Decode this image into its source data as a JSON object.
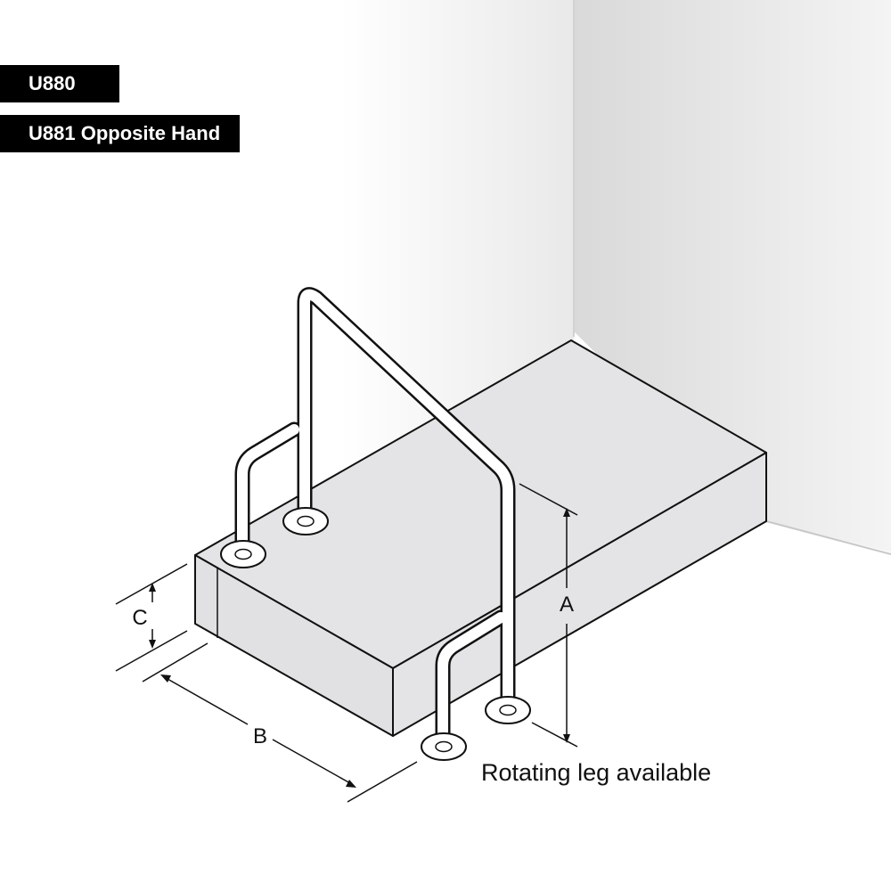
{
  "labels": {
    "model": "U880",
    "opposite_hand": "U881 Opposite Hand"
  },
  "dimensions": {
    "a": "A",
    "b": "B",
    "c": "C"
  },
  "note": "Rotating leg available",
  "colors": {
    "label_bg": "#000000",
    "label_text": "#ffffff",
    "block_fill": "#e4e4e6",
    "wall_light": "#f7f7f7",
    "wall_dark": "#dcdcdc",
    "line": "#111111"
  }
}
